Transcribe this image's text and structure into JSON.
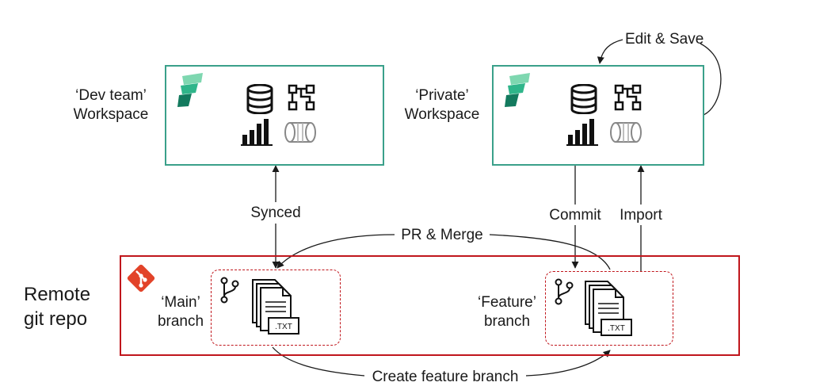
{
  "workspaces": {
    "dev": {
      "line1": "‘Dev team’",
      "line2": "Workspace"
    },
    "private": {
      "line1": "‘Private’",
      "line2": "Workspace"
    }
  },
  "repo": {
    "line1": "Remote",
    "line2": "git repo"
  },
  "branches": {
    "main": {
      "line1": "‘Main’",
      "line2": "branch",
      "file_label": ".TXT"
    },
    "feature": {
      "line1": "‘Feature’",
      "line2": "branch",
      "file_label": ".TXT"
    }
  },
  "arrows": {
    "edit_save": "Edit & Save",
    "synced": "Synced",
    "commit": "Commit",
    "import": "Import",
    "pr_merge": "PR & Merge",
    "create_feature": "Create feature branch"
  },
  "colors": {
    "workspace_border": "#3aa08a",
    "repo_border": "#c0161c",
    "git_logo": "#e24329",
    "fabric_logo": "#1d9a76"
  },
  "icons": [
    "fabric-logo-icon",
    "database-icon",
    "hierarchy-icon",
    "bar-chart-icon",
    "pipeline-icon",
    "git-logo-icon",
    "git-branch-icon",
    "txt-files-icon"
  ]
}
